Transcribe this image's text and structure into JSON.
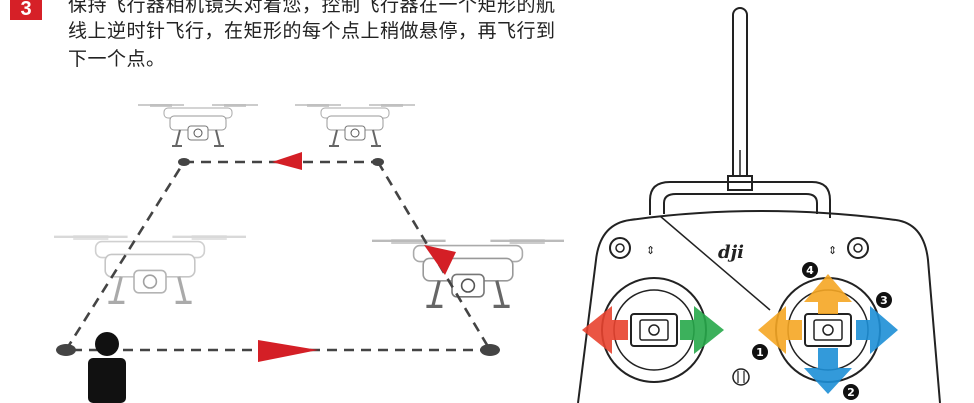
{
  "step": {
    "number": "3"
  },
  "instruction": {
    "line1": "保持飞行器相机镜头对着您，控制飞行器在一个矩形的航",
    "line2": "线上逆时针飞行，在矩形的每个点上稍做悬停，再飞行到",
    "line3": "下一个点。"
  },
  "controller": {
    "brand": "dji"
  },
  "markers": [
    "1",
    "2",
    "3",
    "4"
  ],
  "icons": {
    "pilot": "person-icon",
    "drone": "quadcopter-icon",
    "path-arrow": "triangle-arrow-icon",
    "antenna": "antenna-icon",
    "stick-arrows": "direction-arrow-icon"
  },
  "colors": {
    "badge": "#d62027",
    "path_arrow": "#d41f26",
    "stick_left": "#e8432f",
    "stick_right": "#27a84a",
    "stick_up_left": "#f5a623",
    "stick_blue": "#1d8fd6"
  }
}
